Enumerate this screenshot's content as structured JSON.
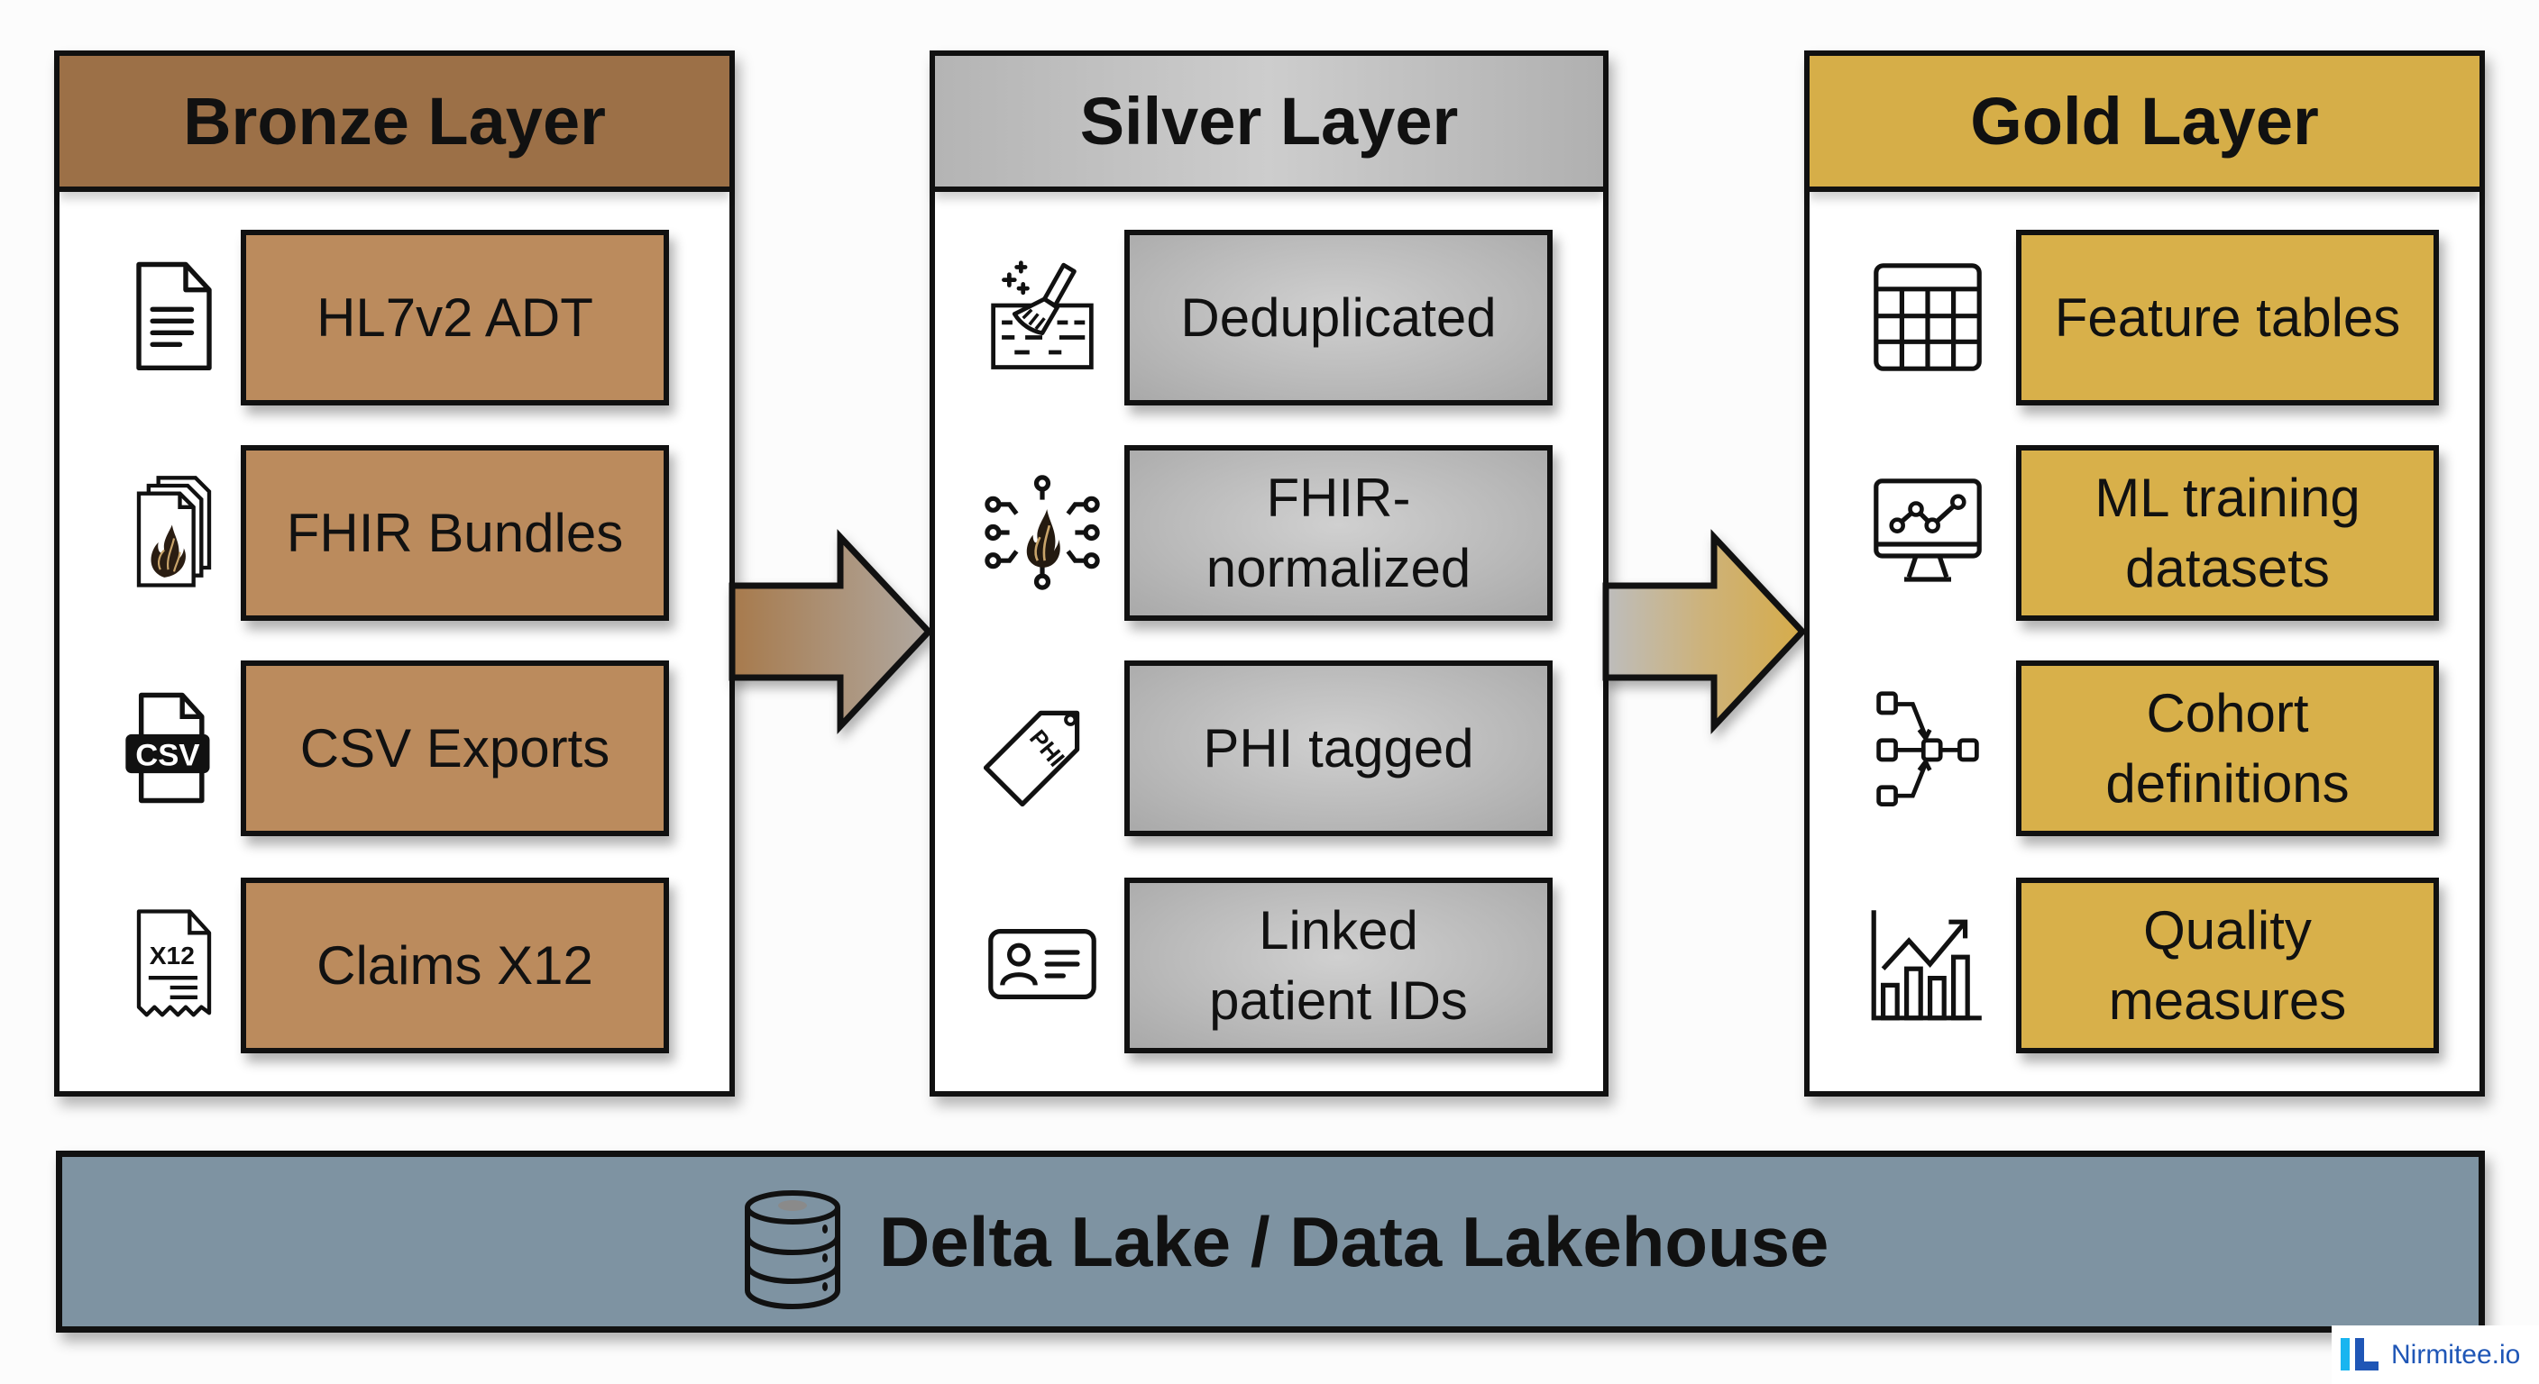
{
  "layers": [
    {
      "title": "Bronze Layer",
      "color": "#9c7047",
      "item_color": "#bb8b5d",
      "items": [
        {
          "label": "HL7v2 ADT",
          "icon": "document-icon"
        },
        {
          "label": "FHIR Bundles",
          "icon": "fhir-flame-stack-icon"
        },
        {
          "label": "CSV Exports",
          "icon": "csv-file-icon"
        },
        {
          "label": "Claims X12",
          "icon": "x12-receipt-icon"
        }
      ]
    },
    {
      "title": "Silver Layer",
      "color": "#c2c2c2",
      "item_color": "#bcbcbc",
      "items": [
        {
          "label": "Deduplicated",
          "icon": "broom-clean-icon"
        },
        {
          "label": "FHIR-\nnormalized",
          "icon": "fhir-network-icon"
        },
        {
          "label": "PHI tagged",
          "icon": "phi-tag-icon"
        },
        {
          "label": "Linked\npatient IDs",
          "icon": "id-card-icon"
        }
      ]
    },
    {
      "title": "Gold Layer",
      "color": "#d6ae48",
      "item_color": "#d8b04a",
      "items": [
        {
          "label": "Feature tables",
          "icon": "table-grid-icon"
        },
        {
          "label": "ML training\ndatasets",
          "icon": "monitor-chart-icon"
        },
        {
          "label": "Cohort\ndefinitions",
          "icon": "flow-nodes-icon"
        },
        {
          "label": "Quality\nmeasures",
          "icon": "bar-chart-trend-icon"
        }
      ]
    }
  ],
  "arrows": [
    {
      "from": "Bronze Layer",
      "to": "Silver Layer"
    },
    {
      "from": "Silver Layer",
      "to": "Gold Layer"
    }
  ],
  "foundation": {
    "label": "Delta Lake / Data Lakehouse",
    "icon": "database-icon",
    "color": "#7e93a2"
  },
  "watermark": {
    "text": "Nirmitee.io",
    "colors": {
      "primary": "#1f56b6",
      "accent": "#19b5f0"
    }
  }
}
